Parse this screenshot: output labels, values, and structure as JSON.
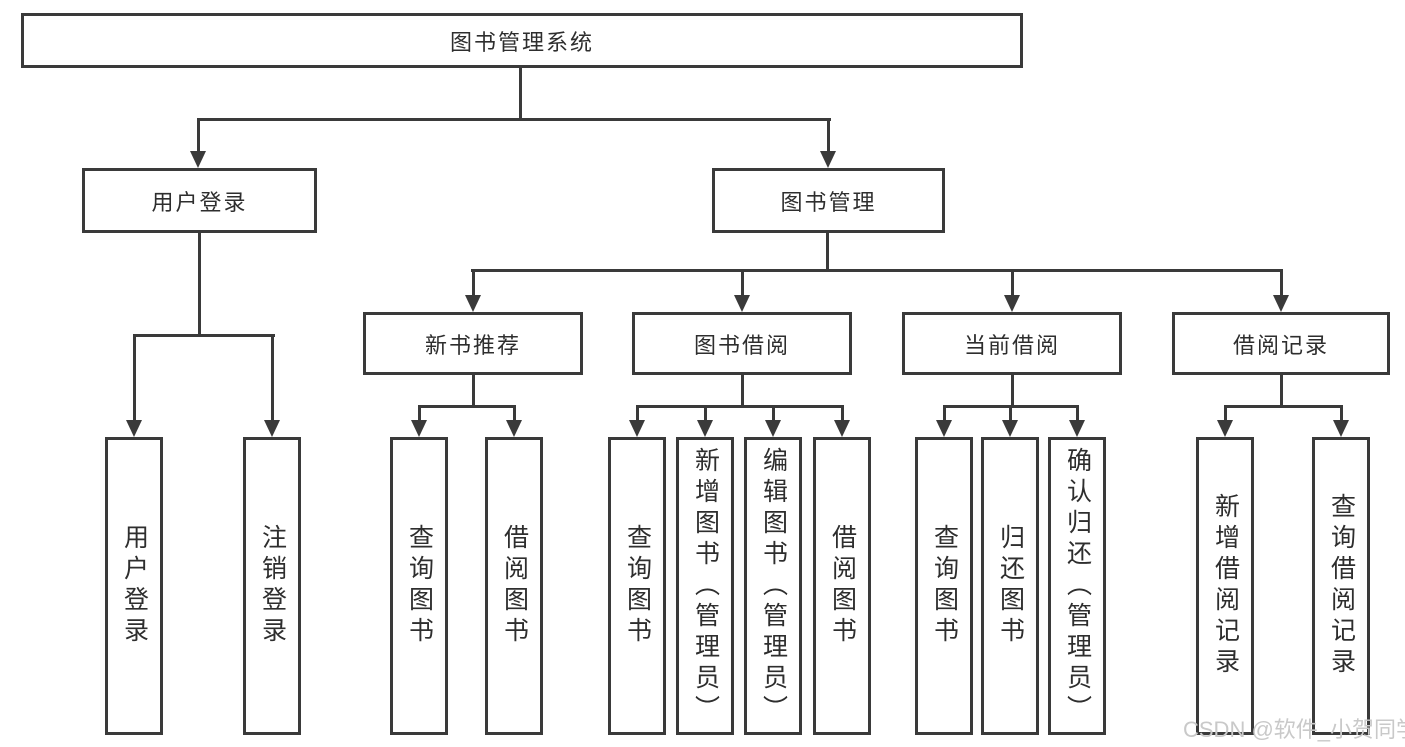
{
  "colors": {
    "line": "#3a3a3a",
    "text": "#2e2e2e",
    "background": "#ffffff",
    "watermark": "#c9c9c9"
  },
  "watermark": {
    "text": "CSDN @软件_小贺同学"
  },
  "tree": {
    "root": {
      "label": "图书管理系统"
    },
    "branches": [
      {
        "label": "用户登录",
        "children": [
          {
            "label": "用户登录"
          },
          {
            "label": "注销登录"
          }
        ]
      },
      {
        "label": "图书管理",
        "children": [
          {
            "label": "新书推荐",
            "children": [
              {
                "label": "查询图书"
              },
              {
                "label": "借阅图书"
              }
            ]
          },
          {
            "label": "图书借阅",
            "children": [
              {
                "label": "查询图书"
              },
              {
                "label": "新增图书（管理员）"
              },
              {
                "label": "编辑图书（管理员）"
              },
              {
                "label": "借阅图书"
              }
            ]
          },
          {
            "label": "当前借阅",
            "children": [
              {
                "label": "查询图书"
              },
              {
                "label": "归还图书"
              },
              {
                "label": "确认归还（管理员）"
              }
            ]
          },
          {
            "label": "借阅记录",
            "children": [
              {
                "label": "新增借阅记录"
              },
              {
                "label": "查询借阅记录"
              }
            ]
          }
        ]
      }
    ]
  }
}
